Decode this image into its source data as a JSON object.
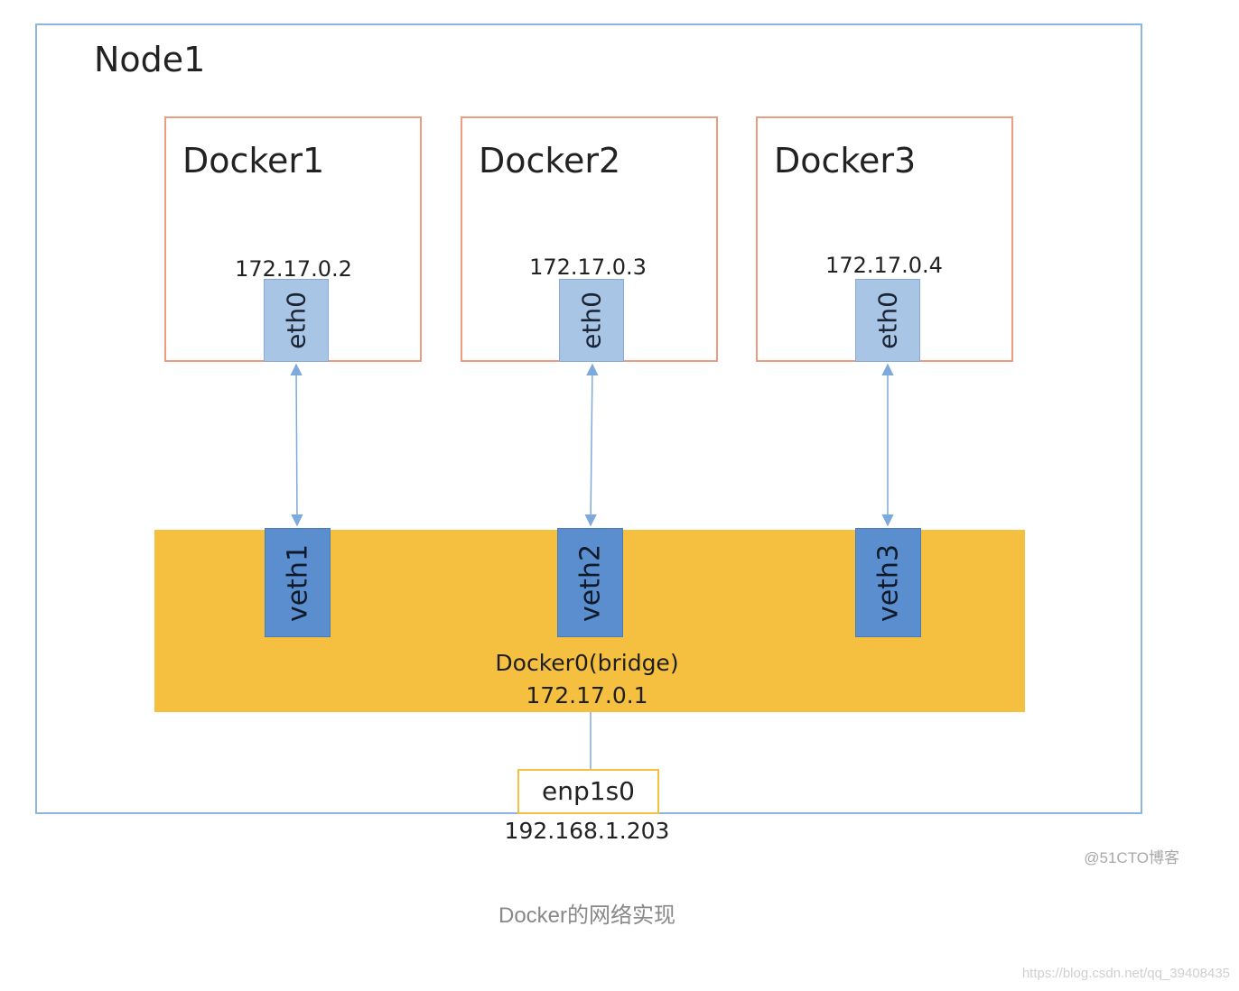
{
  "node": {
    "title": "Node1"
  },
  "containers": [
    {
      "title": "Docker1",
      "ip": "172.17.0.2",
      "iface": "eth0",
      "veth": "veth1"
    },
    {
      "title": "Docker2",
      "ip": "172.17.0.3",
      "iface": "eth0",
      "veth": "veth2"
    },
    {
      "title": "Docker3",
      "ip": "172.17.0.4",
      "iface": "eth0",
      "veth": "veth3"
    }
  ],
  "bridge": {
    "label": "Docker0(bridge)",
    "ip": "172.17.0.1"
  },
  "host_nic": {
    "name": "enp1s0",
    "ip": "192.168.1.203"
  },
  "watermark": "@51CTO博客",
  "caption": "Docker的网络实现",
  "source_url": "https://blog.csdn.net/qq_39408435",
  "colors": {
    "node_border": "#8fb4e3",
    "container_border": "#ee9b82",
    "eth_fill": "#a8c5e6",
    "bridge_fill": "#f5bf3f",
    "veth_fill": "#5b8ece",
    "link": "#7ea9dc"
  }
}
